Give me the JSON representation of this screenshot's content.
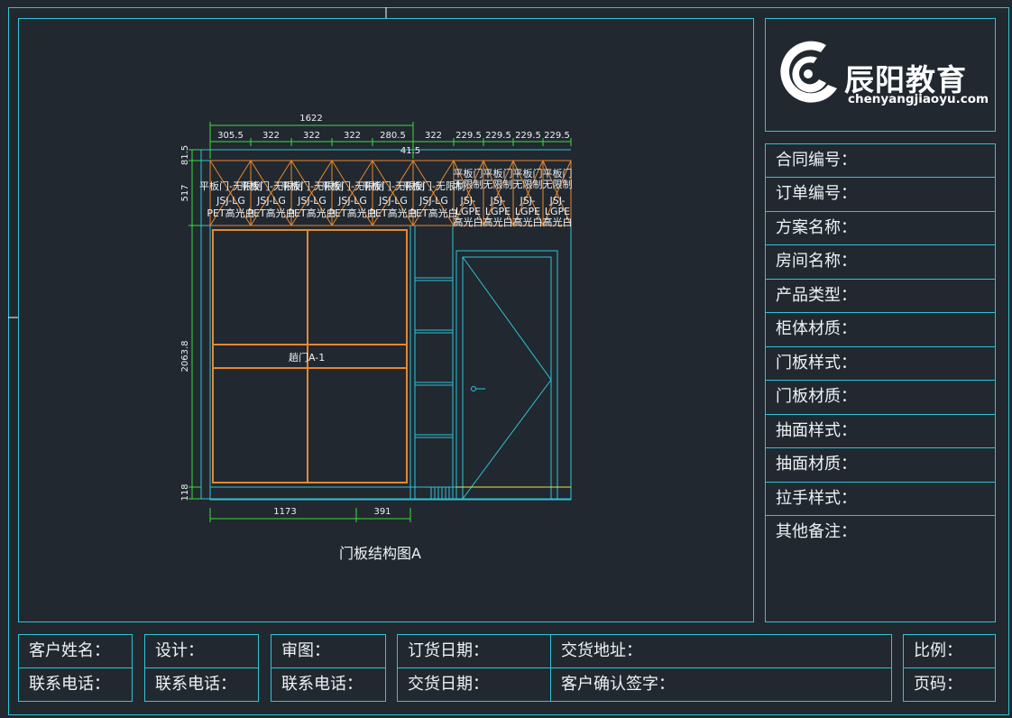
{
  "logo": {
    "name": "辰阳教育",
    "domain": "chenyangjiaoyu.com"
  },
  "drawing": {
    "caption": "门板结构图A",
    "dims_top_total": "1622",
    "dims_top": [
      "305.5",
      "322",
      "322",
      "322",
      "280.5",
      "322",
      "229.5",
      "229.5",
      "229.5",
      "229.5"
    ],
    "dim_small": "41.5",
    "dims_left": [
      "81.5",
      "517",
      "2063.8",
      "118"
    ],
    "dims_bottom": [
      "1173",
      "391"
    ],
    "sliding_door_label": "趟门A-1",
    "panel_label_l1": "平板门-无限制",
    "panel_label_l2": "JSJ-LG",
    "panel_label_l3": "PET高光白",
    "right_label_l1": "平板门",
    "right_label_l2": "无限制",
    "right_label_l3": "JSJ-",
    "right_label_l4": "LGPE",
    "right_label_l5": "高光白"
  },
  "info_fields": [
    "合同编号：",
    "订单编号：",
    "方案名称：",
    "房间名称：",
    "产品类型：",
    "柜体材质：",
    "门板样式：",
    "门板材质：",
    "抽面样式：",
    "抽面材质：",
    "拉手样式：",
    "其他备注："
  ],
  "bottom": {
    "customer_name": "客户姓名：",
    "design": "设计：",
    "review": "审图：",
    "phone": "联系电话：",
    "order_date": "订货日期：",
    "delivery_address": "交货地址：",
    "delivery_date": "交货日期：",
    "customer_sign": "客户确认签字：",
    "scale": "比例：",
    "page": "页码："
  },
  "colors": {
    "background": "#212830",
    "frame": "#2ec4d6",
    "cabinet": "#e8872e",
    "dimension": "#3ddc3d",
    "yellow": "#e6e64a",
    "text": "#eef2f4"
  }
}
